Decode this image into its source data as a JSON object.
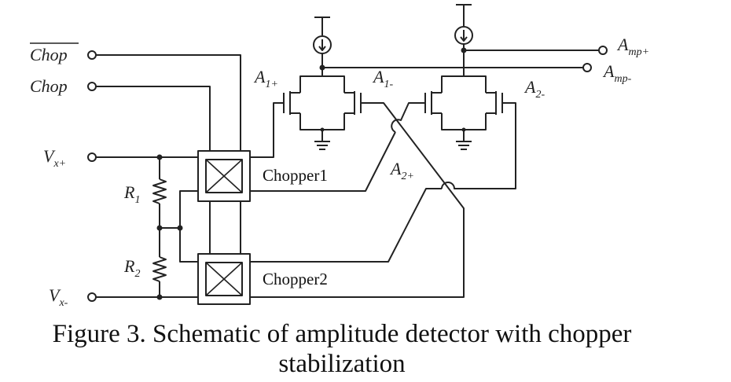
{
  "diagram": {
    "inputs": {
      "chop_bar": "Chop",
      "chop": "Chop",
      "vx_plus": {
        "main": "V",
        "sub": "x+"
      },
      "vx_minus": {
        "main": "V",
        "sub": "x-"
      }
    },
    "resistors": {
      "r1": {
        "main": "R",
        "sub": "1"
      },
      "r2": {
        "main": "R",
        "sub": "2"
      }
    },
    "blocks": {
      "chopper1": "Chopper1",
      "chopper2": "Chopper2"
    },
    "transistor_labels": {
      "a1_plus": {
        "main": "A",
        "sub": "1+"
      },
      "a1_minus": {
        "main": "A",
        "sub": "1-"
      },
      "a2_minus": {
        "main": "A",
        "sub": "2-"
      },
      "a2_plus": {
        "main": "A",
        "sub": "2+"
      }
    },
    "outputs": {
      "amp_plus": {
        "main": "A",
        "sub": "mp+"
      },
      "amp_minus": {
        "main": "A",
        "sub": "mp-"
      }
    }
  },
  "caption": {
    "line1": "Figure 3. Schematic of amplitude detector with chopper",
    "line2": "stabilization"
  }
}
